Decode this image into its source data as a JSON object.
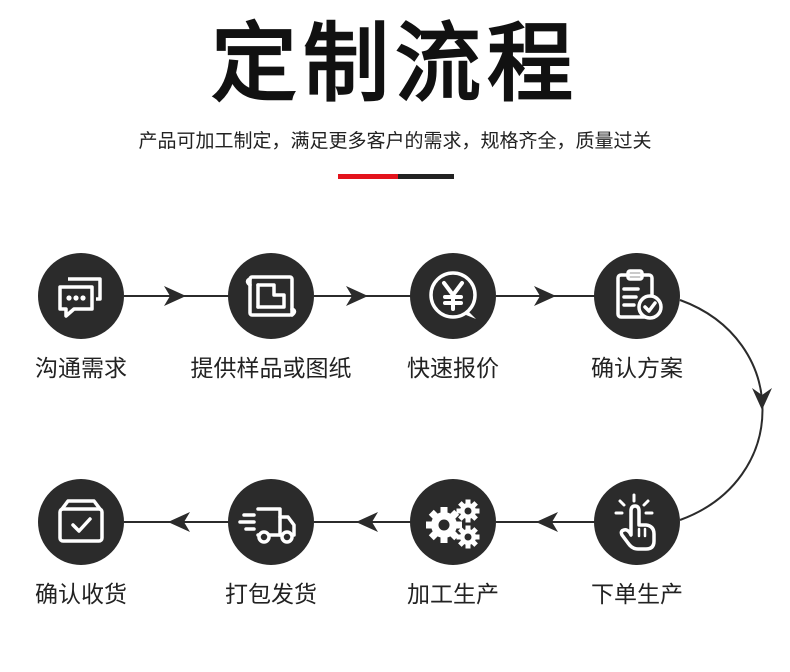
{
  "header": {
    "title": "定制流程",
    "subtitle": "产品可加工制定，满足更多客户的需求，规格齐全，质量过关"
  },
  "colors": {
    "accent": "#e3131c",
    "circle": "#2b2b2b",
    "line": "#2b2b2b"
  },
  "steps": [
    {
      "label": "沟通需求",
      "icon": "chat-bubbles-icon"
    },
    {
      "label": "提供样品或图纸",
      "icon": "blueprint-scroll-icon"
    },
    {
      "label": "快速报价",
      "icon": "yen-price-icon"
    },
    {
      "label": "确认方案",
      "icon": "clipboard-check-icon"
    },
    {
      "label": "下单生产",
      "icon": "tap-hand-icon"
    },
    {
      "label": "加工生产",
      "icon": "gears-icon"
    },
    {
      "label": "打包发货",
      "icon": "delivery-truck-icon"
    },
    {
      "label": "确认收货",
      "icon": "package-check-icon"
    }
  ]
}
